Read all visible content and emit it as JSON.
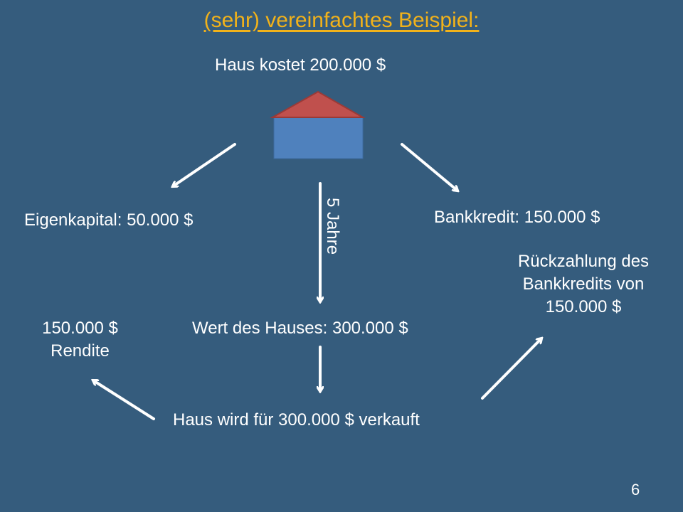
{
  "title": "(sehr) vereinfachtes Beispiel:",
  "house_cost": "Haus kostet 200.000 $",
  "equity": "Eigenkapital: 50.000 $",
  "bank_loan": "Bankkredit: 150.000 $",
  "duration": "5 Jahre",
  "house_value": "Wert des Hauses: 300.000 $",
  "repayment": [
    "Rückzahlung des",
    "Bankkredits von",
    "150.000 $"
  ],
  "return_block": [
    "150.000 $",
    "Rendite"
  ],
  "sale": "Haus wird für 300.000 $ verkauft",
  "page_number": "6",
  "colors": {
    "background": "#355c7d",
    "title": "#f2b21a",
    "roof": "#c0504d",
    "house_body": "#4f81bd",
    "arrow": "#ffffff"
  }
}
